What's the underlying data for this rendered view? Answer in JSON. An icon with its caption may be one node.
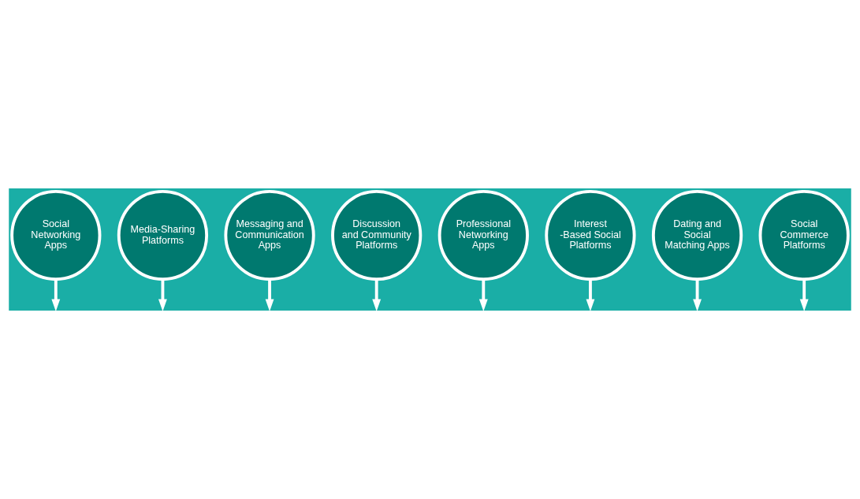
{
  "diagram": {
    "nodes": [
      {
        "text": [
          "Social Networking Apps"
        ]
      },
      {
        "text": [
          "Media-Sharing Platforms"
        ]
      },
      {
        "text": [
          "Messaging and Communication Apps"
        ]
      },
      {
        "text": [
          "Discussion and Community Platforms"
        ]
      },
      {
        "text": [
          "Professional Networking Apps"
        ]
      },
      {
        "text": [
          "Interest -Based Social Platforms"
        ]
      },
      {
        "text": [
          "Dating and Social Matching Apps"
        ]
      },
      {
        "text": [
          "Social Commerce Platforms"
        ]
      }
    ],
    "edges": [
      {
        "from": 0,
        "to": null,
        "arrow": "to"
      },
      {
        "from": 1,
        "to": null,
        "arrow": "to"
      },
      {
        "from": 2,
        "to": null,
        "arrow": "to"
      },
      {
        "from": 3,
        "to": null,
        "arrow": "to"
      },
      {
        "from": 4,
        "to": null,
        "arrow": "to"
      },
      {
        "from": 5,
        "to": null,
        "arrow": "to"
      },
      {
        "from": 6,
        "to": null,
        "arrow": "to"
      },
      {
        "from": 7,
        "to": null,
        "arrow": "to"
      }
    ]
  }
}
